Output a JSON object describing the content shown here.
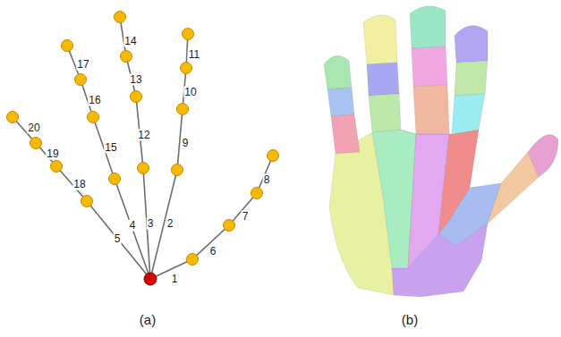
{
  "diagram": {
    "labels": [
      "1",
      "2",
      "3",
      "4",
      "5",
      "6",
      "7",
      "8",
      "9",
      "10",
      "11",
      "12",
      "13",
      "14",
      "15",
      "16",
      "17",
      "18",
      "19",
      "20",
      "(a)",
      "(b)"
    ]
  }
}
